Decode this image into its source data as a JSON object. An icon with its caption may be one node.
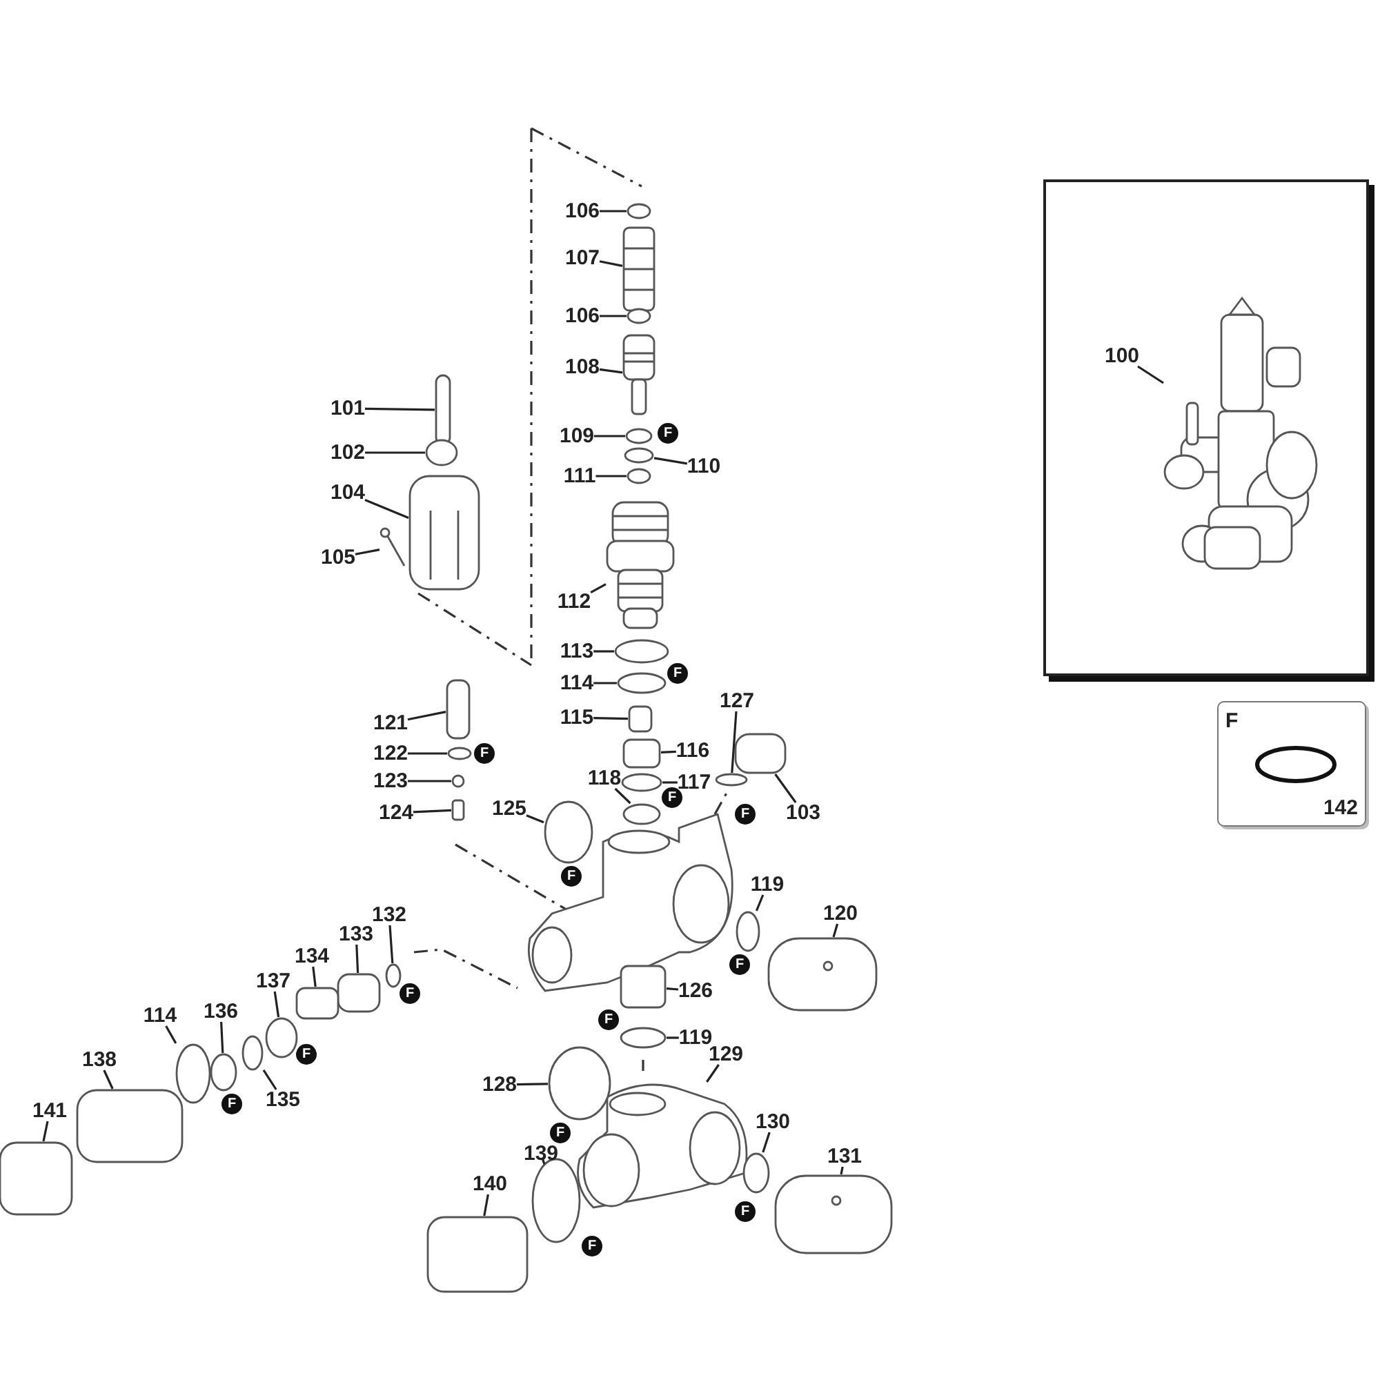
{
  "diagram": {
    "nodes": [
      {
        "text": [],
        "shape": "box"
      },
      {
        "text": [
          "100"
        ],
        "in": 0
      },
      {
        "text": [
          "F",
          "142"
        ]
      },
      {
        "text": [
          "106"
        ]
      },
      {
        "text": [
          "107"
        ]
      },
      {
        "text": [
          "106"
        ]
      },
      {
        "text": [
          "108"
        ]
      },
      {
        "text": [
          "101"
        ]
      },
      {
        "text": [
          "102"
        ]
      },
      {
        "text": [
          "109"
        ]
      },
      {
        "text": [
          "110"
        ]
      },
      {
        "text": [
          "111"
        ]
      },
      {
        "text": [
          "104"
        ]
      },
      {
        "text": [
          "105"
        ]
      },
      {
        "text": [
          "112"
        ]
      },
      {
        "text": [
          "113"
        ]
      },
      {
        "text": [
          "114"
        ]
      },
      {
        "text": [
          "115"
        ]
      },
      {
        "text": [
          "121"
        ]
      },
      {
        "text": [
          "116"
        ]
      },
      {
        "text": [
          "127"
        ]
      },
      {
        "text": [
          "122"
        ]
      },
      {
        "text": [
          "118"
        ]
      },
      {
        "text": [
          "117"
        ]
      },
      {
        "text": [
          "123"
        ]
      },
      {
        "text": [
          "125"
        ]
      },
      {
        "text": [
          "103"
        ]
      },
      {
        "text": [
          "124"
        ]
      },
      {
        "text": [
          "119"
        ]
      },
      {
        "text": [
          "132"
        ]
      },
      {
        "text": [
          "120"
        ]
      },
      {
        "text": [
          "133"
        ]
      },
      {
        "text": [
          "134"
        ]
      },
      {
        "text": [
          "137"
        ]
      },
      {
        "text": [
          "126"
        ]
      },
      {
        "text": [
          "136"
        ]
      },
      {
        "text": [
          "114"
        ]
      },
      {
        "text": [
          "119"
        ]
      },
      {
        "text": [
          "129"
        ]
      },
      {
        "text": [
          "138"
        ]
      },
      {
        "text": [
          "128"
        ]
      },
      {
        "text": [
          "135"
        ]
      },
      {
        "text": [
          "141"
        ]
      },
      {
        "text": [
          "130"
        ]
      },
      {
        "text": [
          "139"
        ]
      },
      {
        "text": [
          "131"
        ]
      },
      {
        "text": [
          "140"
        ]
      },
      {
        "text": [
          "F"
        ]
      },
      {
        "text": [
          "F"
        ]
      },
      {
        "text": [
          "F"
        ]
      },
      {
        "text": [
          "F"
        ]
      },
      {
        "text": [
          "F"
        ]
      },
      {
        "text": [
          "F"
        ]
      },
      {
        "text": [
          "F"
        ]
      },
      {
        "text": [
          "F"
        ]
      },
      {
        "text": [
          "F"
        ]
      },
      {
        "text": [
          "F"
        ]
      },
      {
        "text": [
          "F"
        ]
      },
      {
        "text": [
          "F"
        ]
      },
      {
        "text": [
          "F"
        ]
      },
      {
        "text": [
          "F"
        ]
      },
      {
        "text": [],
        "shape": "circle"
      },
      {
        "text": [],
        "shape": "picture"
      },
      {
        "text": [],
        "shape": "circle"
      },
      {
        "text": [],
        "shape": "picture"
      },
      {
        "text": [],
        "shape": "box"
      },
      {
        "text": [],
        "shape": "circle"
      },
      {
        "text": [],
        "shape": "circle"
      },
      {
        "text": [],
        "shape": "circle"
      },
      {
        "text": [],
        "shape": "circle"
      },
      {
        "text": [],
        "shape": "picture"
      },
      {
        "text": [],
        "shape": "picture"
      },
      {
        "text": [],
        "shape": "picture"
      },
      {
        "text": [],
        "shape": "circle"
      },
      {
        "text": [],
        "shape": "circle"
      },
      {
        "text": [],
        "shape": "box"
      },
      {
        "text": [],
        "shape": "box"
      },
      {
        "text": [],
        "shape": "box"
      },
      {
        "text": [],
        "shape": "circle"
      },
      {
        "text": [],
        "shape": "circle"
      },
      {
        "text": [],
        "shape": "circle"
      },
      {
        "text": [],
        "shape": "circle"
      },
      {
        "text": [],
        "shape": "circle"
      },
      {
        "text": [],
        "shape": "circle"
      },
      {
        "text": [],
        "shape": "box"
      },
      {
        "text": [],
        "shape": "box"
      },
      {
        "text": [],
        "shape": "circle"
      },
      {
        "text": [],
        "shape": "circle"
      },
      {
        "text": [],
        "shape": "picture"
      },
      {
        "text": [],
        "shape": "box"
      },
      {
        "text": [],
        "shape": "box"
      },
      {
        "text": [],
        "shape": "circle"
      },
      {
        "text": [],
        "shape": "box"
      },
      {
        "text": [],
        "shape": "circle"
      },
      {
        "text": [],
        "shape": "circle"
      },
      {
        "text": [],
        "shape": "circle"
      },
      {
        "text": [],
        "shape": "picture"
      },
      {
        "text": [],
        "shape": "box"
      },
      {
        "text": [],
        "shape": "circle"
      },
      {
        "text": [],
        "shape": "circle"
      },
      {
        "text": [],
        "shape": "box"
      },
      {
        "text": [],
        "shape": "circle"
      },
      {
        "text": [],
        "shape": "circle"
      },
      {
        "text": [],
        "shape": "picture"
      },
      {
        "text": [],
        "shape": "box"
      },
      {
        "text": [],
        "shape": "picture",
        "in": 0
      }
    ],
    "edges": [
      {
        "from": 1,
        "to": 105,
        "arrow": "none"
      },
      {
        "from": 3,
        "to": 61,
        "arrow": "none"
      },
      {
        "from": 4,
        "to": 62,
        "arrow": "none"
      },
      {
        "from": 5,
        "to": 63,
        "arrow": "none"
      },
      {
        "from": 6,
        "to": 64,
        "arrow": "none"
      },
      {
        "from": 7,
        "to": 65,
        "arrow": "none"
      },
      {
        "from": 8,
        "to": 66,
        "arrow": "none"
      },
      {
        "from": 9,
        "to": 67,
        "arrow": "none"
      },
      {
        "from": 10,
        "to": 68,
        "arrow": "none"
      },
      {
        "from": 11,
        "to": 69,
        "arrow": "none"
      },
      {
        "from": 12,
        "to": 70,
        "arrow": "none"
      },
      {
        "from": 13,
        "to": 71,
        "arrow": "none"
      },
      {
        "from": 14,
        "to": 72,
        "arrow": "none"
      },
      {
        "from": 15,
        "to": 73,
        "arrow": "none"
      },
      {
        "from": 16,
        "to": 74,
        "arrow": "none"
      },
      {
        "from": 17,
        "to": 75,
        "arrow": "none"
      },
      {
        "from": 18,
        "to": 76,
        "arrow": "none"
      },
      {
        "from": 19,
        "to": 77,
        "arrow": "none"
      },
      {
        "from": 20,
        "to": 78,
        "arrow": "none"
      },
      {
        "from": 21,
        "to": 79,
        "arrow": "none"
      },
      {
        "from": 22,
        "to": 80,
        "arrow": "none"
      },
      {
        "from": 23,
        "to": 81,
        "arrow": "none"
      },
      {
        "from": 24,
        "to": 82,
        "arrow": "none"
      },
      {
        "from": 25,
        "to": 83,
        "arrow": "none"
      },
      {
        "from": 26,
        "to": 84,
        "arrow": "none"
      },
      {
        "from": 27,
        "to": 85,
        "arrow": "none"
      },
      {
        "from": 28,
        "to": 86,
        "arrow": "none"
      },
      {
        "from": 29,
        "to": 87,
        "arrow": "none"
      },
      {
        "from": 30,
        "to": 88,
        "arrow": "none"
      },
      {
        "from": 31,
        "to": 89,
        "arrow": "none"
      },
      {
        "from": 32,
        "to": 90,
        "arrow": "none"
      },
      {
        "from": 33,
        "to": 91,
        "arrow": "none"
      },
      {
        "from": 34,
        "to": 92,
        "arrow": "none"
      },
      {
        "from": 35,
        "to": 93,
        "arrow": "none"
      },
      {
        "from": 36,
        "to": 94,
        "arrow": "none"
      },
      {
        "from": 37,
        "to": 95,
        "arrow": "none"
      },
      {
        "from": 38,
        "to": 96,
        "arrow": "none"
      },
      {
        "from": 39,
        "to": 97,
        "arrow": "none"
      },
      {
        "from": 40,
        "to": 98,
        "arrow": "none"
      },
      {
        "from": 41,
        "to": 99,
        "arrow": "none"
      },
      {
        "from": 42,
        "to": 100,
        "arrow": "none"
      },
      {
        "from": 43,
        "to": 101,
        "arrow": "none"
      },
      {
        "from": 44,
        "to": 102,
        "arrow": "none"
      },
      {
        "from": 45,
        "to": 103,
        "arrow": "none"
      },
      {
        "from": 46,
        "to": 104,
        "arrow": "none"
      }
    ]
  }
}
